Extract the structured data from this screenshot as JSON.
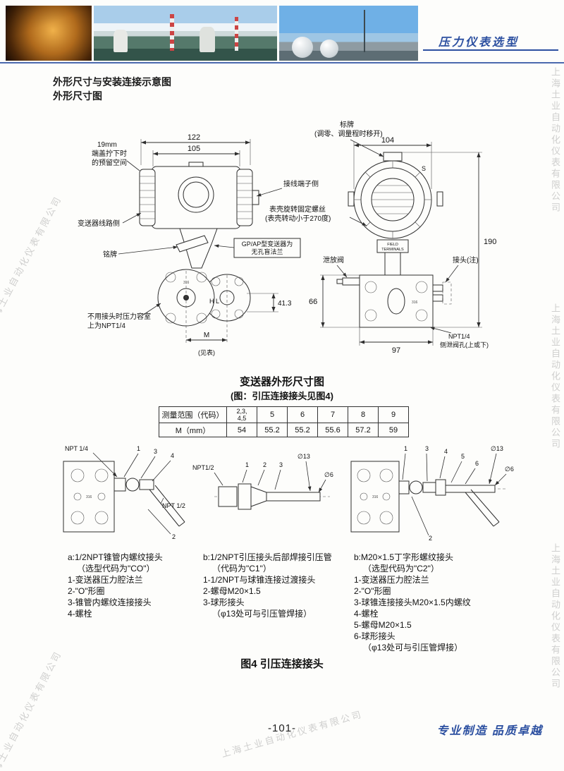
{
  "header": {
    "title": "压力仪表选型"
  },
  "headings": {
    "main": "外形尺寸与安装连接示意图",
    "sub": "外形尺寸图"
  },
  "captions": {
    "drawing_title": "变送器外形尺寸图",
    "drawing_note": "(图：引压连接接头见图4)",
    "figure4": "图4 引压连接接头"
  },
  "outline": {
    "dim_122": "122",
    "dim_105": "105",
    "spare1": "19mm",
    "spare2": "端盖拧下时",
    "spare3": "的预留空间",
    "terminal_side": "接线端子侧",
    "circuit_side": "变送器线路侧",
    "nameplate": "铭牌",
    "gp1": "GP/AP型变送器为",
    "gp2": "无孔盲法兰",
    "hl": "H L",
    "dim_413": "41.3",
    "dim_m": "M",
    "see_table": "(见表)",
    "chamber1": "不用接头时压力容室",
    "chamber2": "上为NPT1/4",
    "tag1": "标牌",
    "tag2": "(调零、调量程时移开)",
    "dim_104": "104",
    "s_mark": "S",
    "screw1": "表壳旋转固定螺丝",
    "screw2": "(表壳转动小于270度)",
    "field1": "FIELD",
    "field2": "TERMINALS",
    "drain_valve": "泄放阀",
    "joint_note": "接头(注)",
    "dim_190": "190",
    "dim_66": "66",
    "dim_97": "97",
    "npt1": "NPT1/4",
    "npt2": "侧泄阀孔(上或下)",
    "stamp_316": "316"
  },
  "size_table": {
    "header_label": "测量范围（代码）",
    "c1a": "2,3,",
    "c1b": "4,5",
    "c2": "5",
    "c3": "6",
    "c4": "7",
    "c5": "8",
    "c6": "9",
    "m_label": "M（mm）",
    "m1": "54",
    "m2": "55.2",
    "m3": "55.2",
    "m4": "55.6",
    "m5": "57.2",
    "m6": "59"
  },
  "fittings": {
    "left": {
      "npt14": "NPT 1/4",
      "npt12": "NPT 1/2",
      "n1": "1",
      "n2": "2",
      "n3": "3",
      "n4": "4",
      "stamp": "316"
    },
    "mid": {
      "npt12": "NPT1/2",
      "n1": "1",
      "n2": "2",
      "n3": "3",
      "d13": "∅13",
      "d6": "∅6"
    },
    "right": {
      "n1": "1",
      "n2": "2",
      "n3": "3",
      "n4": "4",
      "n5": "5",
      "n6": "6",
      "d13": "∅13",
      "d6": "∅6",
      "stamp": "316"
    }
  },
  "descriptions": {
    "a": {
      "lines": [
        "a:1/2NPT锥管内螺纹接头",
        "（选型代码为\"CO\"）",
        "1-变送器压力腔法兰",
        "2-\"O\"形圈",
        "3-锥管内螺纹连接接头",
        "4-螺栓"
      ]
    },
    "b1": {
      "lines": [
        "b:1/2NPT引压接头后部焊接引压管",
        "（代码为\"C1\"）",
        "1-1/2NPT与球锥连接过渡接头",
        "2-螺母M20×1.5",
        "3-球形接头",
        "（φ13处可与引压管焊接）"
      ]
    },
    "b2": {
      "lines": [
        "b:M20×1.5丁字形螺纹接头",
        "（选型代码为\"C2\"）",
        "1-变送器压力腔法兰",
        "2-\"O\"形圈",
        "3-球锥连接接头M20×1.5内螺纹",
        "4-螺栓",
        "5-螺母M20×1.5",
        "6-球形接头",
        "（φ13处可与引压管焊接）"
      ]
    }
  },
  "footer": {
    "page_number": "-101-",
    "slogan": "专业制造  品质卓越"
  },
  "watermark": {
    "text": "上海土业自动化仪表有限公司"
  },
  "colors": {
    "accent_blue": "#2b4fa0"
  }
}
